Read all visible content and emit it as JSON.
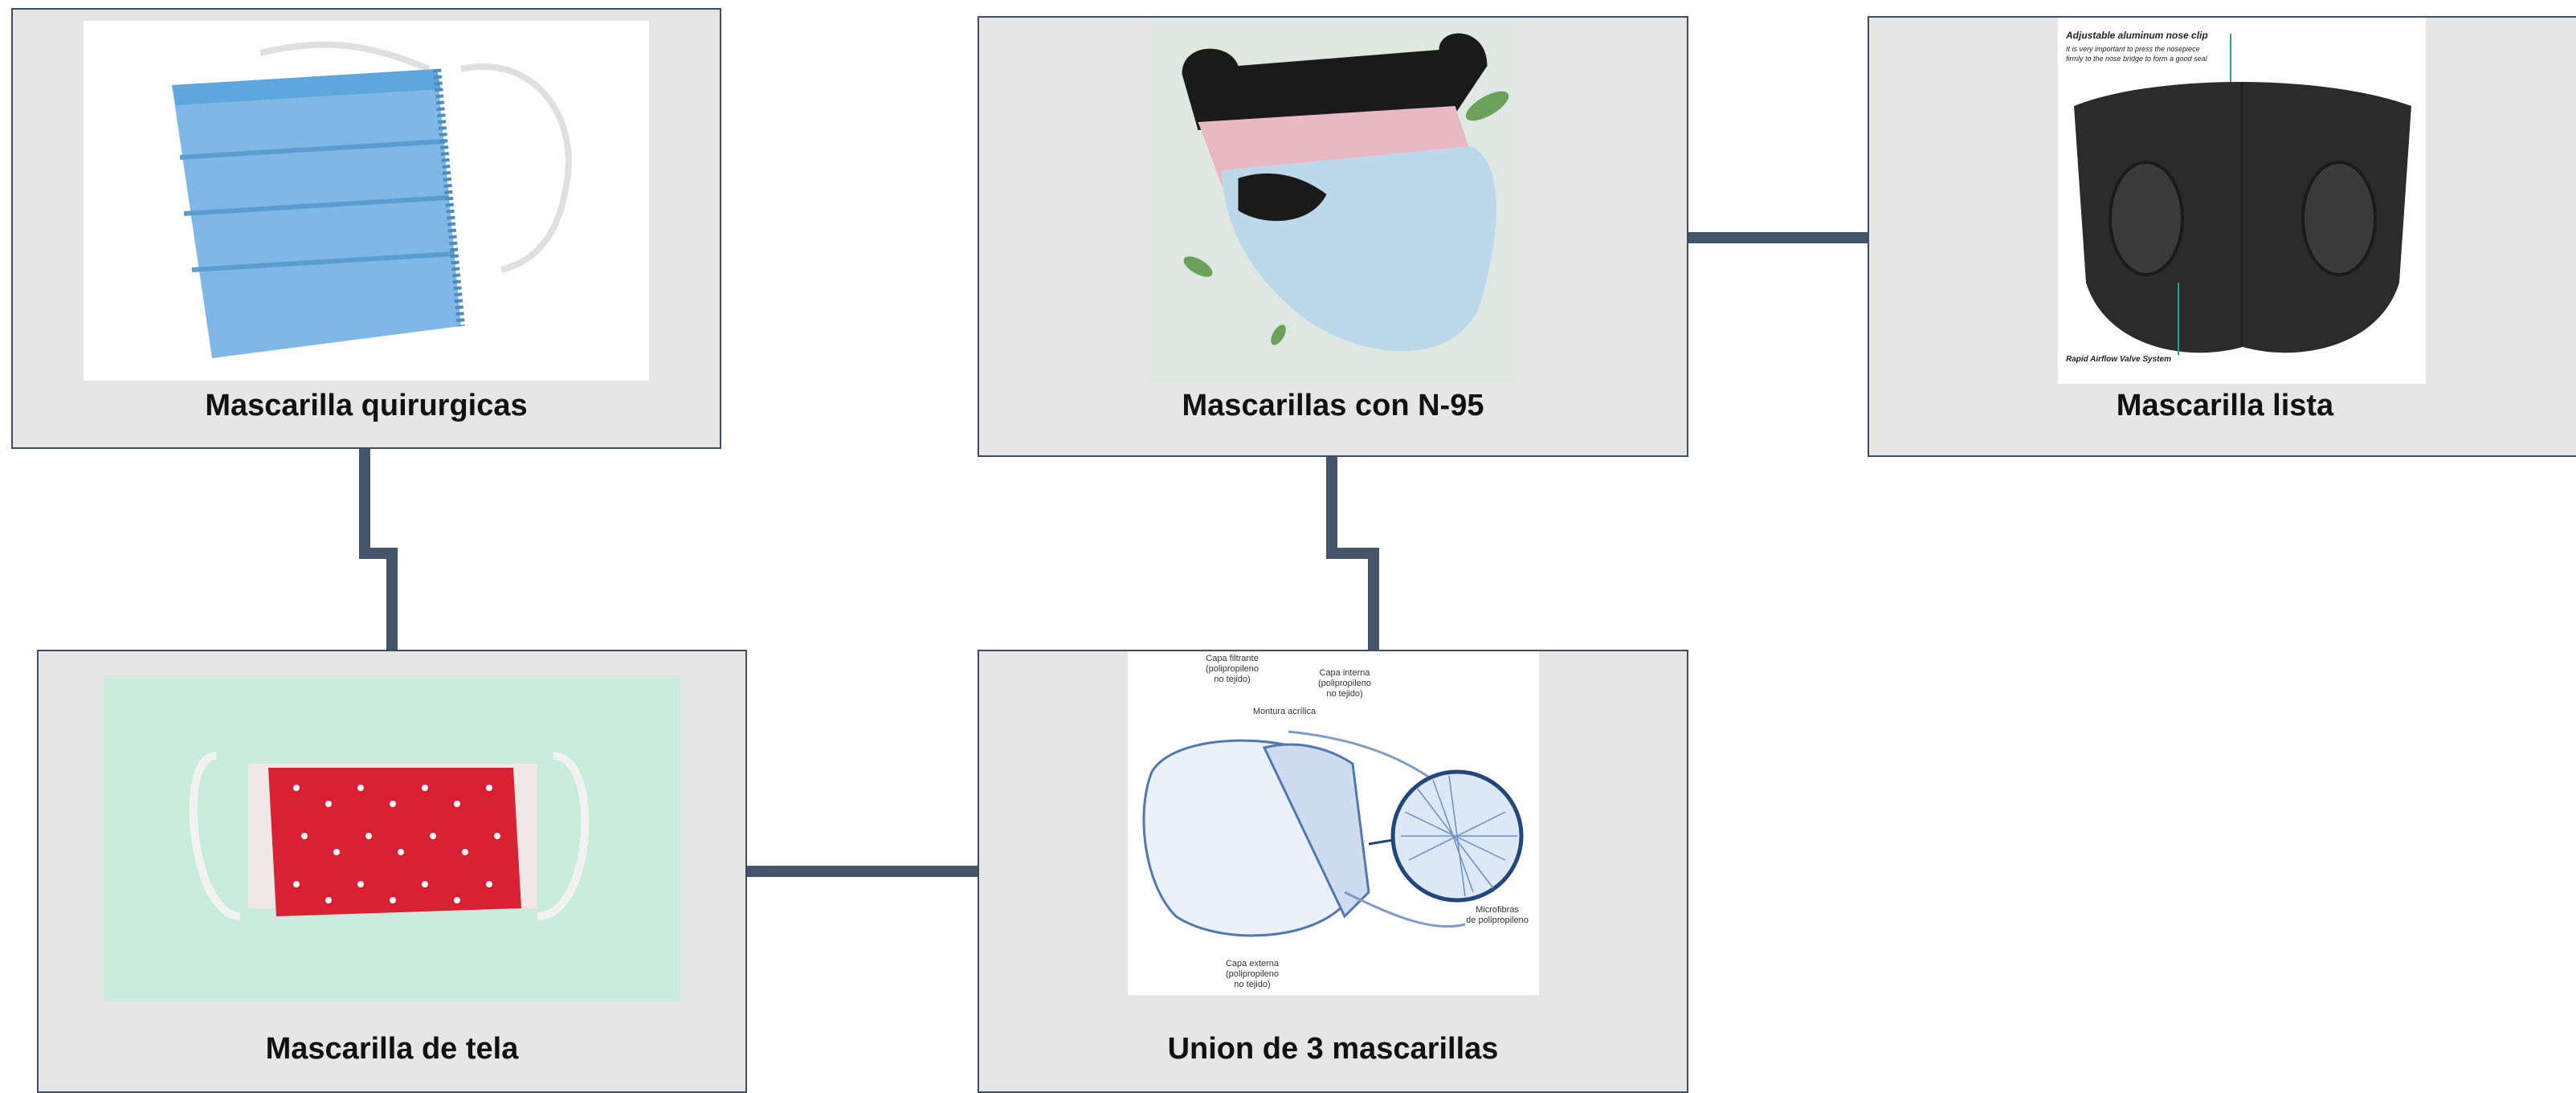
{
  "nodes": {
    "surgical": {
      "label": "Mascarilla quirurgicas"
    },
    "n95": {
      "label": "Mascarillas con N-95"
    },
    "lista": {
      "label": "Mascarilla lista",
      "annotation_top": "Adjustable aluminum nose clip",
      "annotation_sub1": "It is very important to press the nosepiece",
      "annotation_sub2": "firmly to the nose bridge to form a good seal",
      "annotation_bottom": "Rapid Airflow Valve System"
    },
    "tela": {
      "label": "Mascarilla de tela"
    },
    "union": {
      "label": "Union de 3 mascarillas",
      "ann_capa_filtrante": [
        "Capa filtrante",
        "(polipropileno",
        "no tejido)"
      ],
      "ann_capa_interna": [
        "Capa interna",
        "(polipropileno",
        "no tejido)"
      ],
      "ann_montura": "Montura acrílica",
      "ann_microfibras": [
        "Microfibras",
        "de polipropileno"
      ],
      "ann_capa_externa": [
        "Capa externa",
        "(polipropileno",
        "no tejido)"
      ]
    }
  },
  "colors": {
    "connector": "#44546a",
    "node_fill": "#e6e6e6",
    "node_border": "#3f4d63"
  }
}
